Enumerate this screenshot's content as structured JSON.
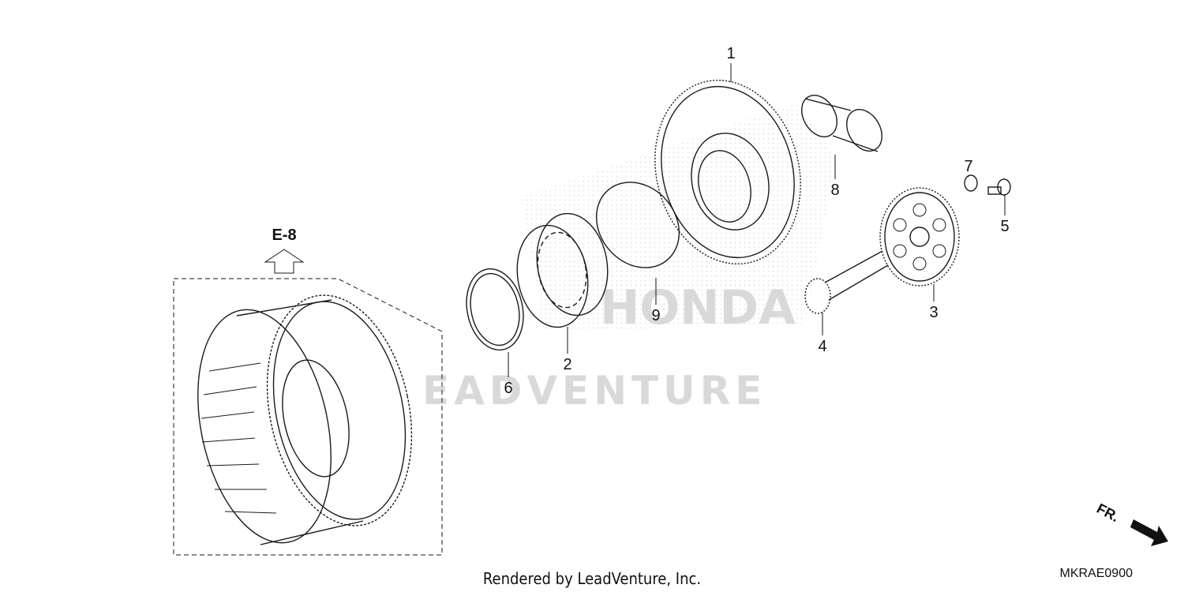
{
  "callouts": [
    "1",
    "2",
    "3",
    "4",
    "5",
    "6",
    "7",
    "8",
    "9"
  ],
  "reference": {
    "label": "E-8"
  },
  "orientation": {
    "label": "FR."
  },
  "watermark": {
    "brand": "HONDA",
    "company": "EADVENTURE"
  },
  "footer": {
    "credit": "Rendered by LeadVenture, Inc.",
    "diagram_code": "MKRAE0900"
  }
}
